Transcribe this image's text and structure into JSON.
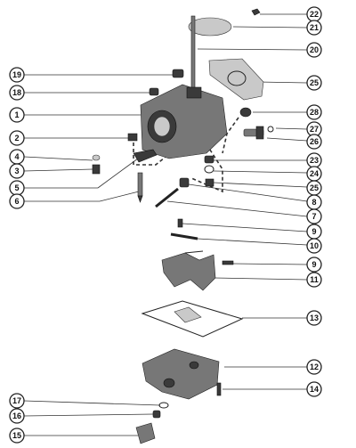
{
  "diagram": {
    "callouts": [
      {
        "id": "c1",
        "label": "1"
      },
      {
        "id": "c2",
        "label": "2"
      },
      {
        "id": "c3",
        "label": "3"
      },
      {
        "id": "c4",
        "label": "4"
      },
      {
        "id": "c5",
        "label": "5"
      },
      {
        "id": "c6",
        "label": "6"
      },
      {
        "id": "c7",
        "label": "7"
      },
      {
        "id": "c8",
        "label": "8"
      },
      {
        "id": "c9a",
        "label": "9"
      },
      {
        "id": "c9b",
        "label": "9"
      },
      {
        "id": "c10",
        "label": "10"
      },
      {
        "id": "c11",
        "label": "11"
      },
      {
        "id": "c12",
        "label": "12"
      },
      {
        "id": "c13",
        "label": "13"
      },
      {
        "id": "c14",
        "label": "14"
      },
      {
        "id": "c15",
        "label": "15"
      },
      {
        "id": "c16",
        "label": "16"
      },
      {
        "id": "c17",
        "label": "17"
      },
      {
        "id": "c18",
        "label": "18"
      },
      {
        "id": "c19",
        "label": "19"
      },
      {
        "id": "c20",
        "label": "20"
      },
      {
        "id": "c21",
        "label": "21"
      },
      {
        "id": "c22",
        "label": "22"
      },
      {
        "id": "c23",
        "label": "23"
      },
      {
        "id": "c24",
        "label": "24"
      },
      {
        "id": "c25a",
        "label": "25"
      },
      {
        "id": "c25b",
        "label": "25"
      },
      {
        "id": "c26",
        "label": "26"
      },
      {
        "id": "c27",
        "label": "27"
      },
      {
        "id": "c28",
        "label": "28"
      }
    ]
  }
}
